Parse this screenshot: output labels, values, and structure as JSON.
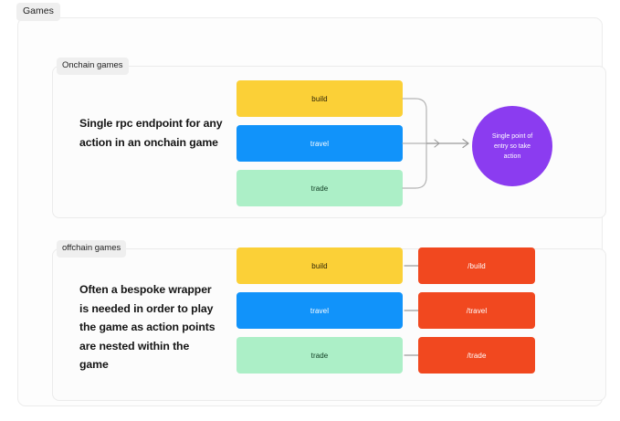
{
  "page": {
    "top_label": "Games"
  },
  "sections": [
    {
      "id": "onchain",
      "label": "Onchain games",
      "description": "Single rpc endpoint for any action in an onchain game",
      "actions": [
        {
          "label": "build",
          "color": "#FBD037"
        },
        {
          "label": "travel",
          "color": "#1193FA"
        },
        {
          "label": "trade",
          "color": "#ACEFC7"
        }
      ],
      "target": {
        "kind": "circle",
        "label": "Single point of entry so take action",
        "color": "#8B3CF0"
      },
      "connector": "merge-to-single"
    },
    {
      "id": "offchain",
      "label": "offchain games",
      "description": "Often a bespoke wrapper is needed in order to play the game as action points are nested within the game",
      "actions": [
        {
          "label": "build",
          "color": "#FBD037"
        },
        {
          "label": "travel",
          "color": "#1193FA"
        },
        {
          "label": "trade",
          "color": "#ACEFC7"
        }
      ],
      "endpoints": [
        {
          "label": "/build",
          "color": "#F1481F"
        },
        {
          "label": "/travel",
          "color": "#F1481F"
        },
        {
          "label": "/trade",
          "color": "#F1481F"
        }
      ],
      "connector": "one-to-one-arrows"
    }
  ],
  "colors": {
    "yellow": "#FBD037",
    "blue": "#1193FA",
    "green": "#ACEFC7",
    "red": "#F1481F",
    "purple": "#8B3CF0",
    "arrow": "#9a9a9a",
    "background": "#FFFFFF"
  }
}
